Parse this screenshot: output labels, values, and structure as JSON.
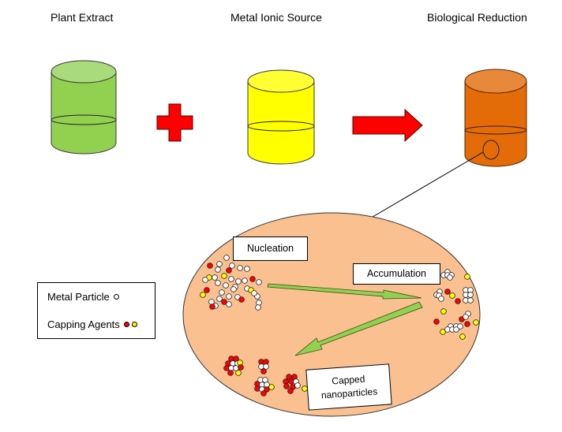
{
  "titles": {
    "plant_extract": "Plant Extract",
    "metal_ionic_source": "Metal Ionic Source",
    "biological_reduction": "Biological Reduction"
  },
  "stages": {
    "nucleation": "Nucleation",
    "accumulation": "Accumulation",
    "capped_line1": "Capped",
    "capped_line2": "nanoparticles"
  },
  "legend": {
    "metal_particle": "Metal Particle",
    "capping_agents": "Capping Agents"
  },
  "colors": {
    "plant_extract": "#92d050",
    "plant_extract_top": "#a9db7a",
    "metal_source": "#ffff00",
    "metal_source_top": "#ffff33",
    "reduction": "#e36c09",
    "reduction_top": "#e8883a",
    "operator": "#ff0000",
    "solution": "#fac090",
    "process_arrow": "#92d050",
    "metal_particle": "#ffffff",
    "capping_red": "#ff0000",
    "capping_yellow": "#ffff00"
  }
}
